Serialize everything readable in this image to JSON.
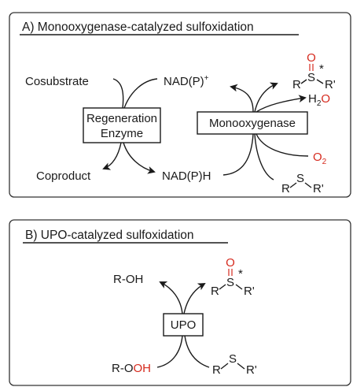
{
  "panel_a": {
    "title": "A) Monooxygenase-catalyzed sulfoxidation",
    "cosubstrate": "Cosubstrate",
    "coproduct": "Coproduct",
    "nadp_plus": "NAD(P)",
    "nadp_plus_sup": "+",
    "nadph": "NAD(P)H",
    "regen_line1": "Regeneration",
    "regen_line2": "Enzyme",
    "monooxygenase": "Monooxygenase",
    "water_h2": "H",
    "water_sub": "2",
    "water_o": "O",
    "oxygen_o": "O",
    "oxygen_sub": "2",
    "product_o": "O",
    "product_s": "S",
    "product_r": "R",
    "product_r2": "R'",
    "product_star": "*",
    "substrate_s": "S",
    "substrate_r": "R",
    "substrate_r2": "R'"
  },
  "panel_b": {
    "title": "B) UPO-catalyzed sulfoxidation",
    "r_oh": "R-OH",
    "r_ooh_prefix": "R-O",
    "r_ooh_red": "OH",
    "upo": "UPO",
    "product_o": "O",
    "product_s": "S",
    "product_r": "R",
    "product_r2": "R'",
    "product_star": "*",
    "substrate_s": "S",
    "substrate_r": "R",
    "substrate_r2": "R'"
  },
  "colors": {
    "oxygen_red": "#d62a1e",
    "ink": "#1a1a1a"
  }
}
